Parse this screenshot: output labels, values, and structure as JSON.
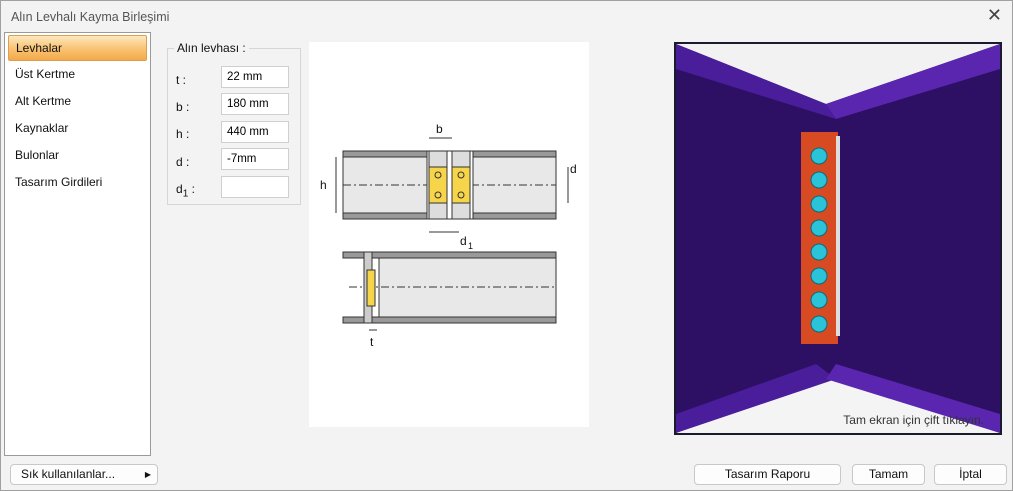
{
  "window": {
    "title": "Alın Levhalı Kayma Birleşimi"
  },
  "sidebar": {
    "items": [
      {
        "label": "Levhalar"
      },
      {
        "label": "Üst Kertme"
      },
      {
        "label": "Alt Kertme"
      },
      {
        "label": "Kaynaklar"
      },
      {
        "label": "Bulonlar"
      },
      {
        "label": "Tasarım Girdileri"
      }
    ]
  },
  "plate": {
    "group_label": "Alın levhası :",
    "fields": [
      {
        "label": "t :",
        "value": "22 mm"
      },
      {
        "label": "b :",
        "value": "180 mm"
      },
      {
        "label": "h :",
        "value": "440 mm"
      },
      {
        "label": "d :",
        "value": "-7mm"
      },
      {
        "label": "d",
        "sub": "1",
        "suffix": " :",
        "value": ""
      }
    ]
  },
  "drawing": {
    "labels": {
      "b": "b",
      "h": "h",
      "d": "d",
      "d1": "d",
      "d1_sub": "1",
      "t": "t"
    }
  },
  "view3d": {
    "hint": "Tam ekran için çift tıklayın."
  },
  "footer": {
    "favorites": "Sık kullanılanlar...",
    "report": "Tasarım Raporu",
    "ok": "Tamam",
    "cancel": "İptal"
  }
}
